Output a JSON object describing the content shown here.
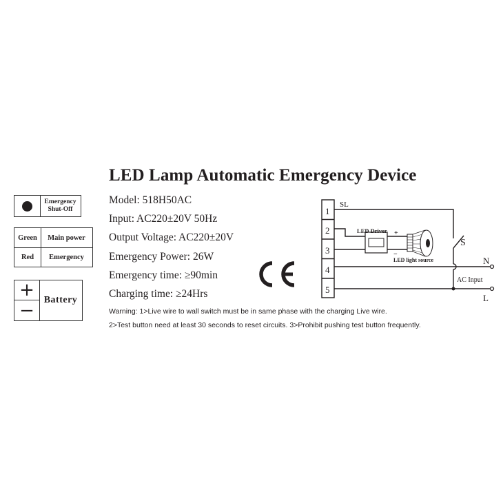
{
  "title": "LED Lamp Automatic Emergency Device",
  "shutoff_box": {
    "icon": "filled-circle-button-icon",
    "label_line1": "Emergency",
    "label_line2": "Shut-Off"
  },
  "indicator_table": {
    "rows": [
      {
        "color": "Green",
        "meaning": "Main power"
      },
      {
        "color": "Red",
        "meaning": "Emergency"
      }
    ]
  },
  "battery_box": {
    "plus": "+",
    "minus": "−",
    "label": "Battery"
  },
  "specs": [
    "Model: 518H50AC",
    "Input: AC220±20V 50Hz",
    "Output Voltage: AC220±20V",
    "Emergency Power: 26W",
    "Emergency time: ≥90min",
    "Charging time: ≥24Hrs"
  ],
  "warnings": [
    "Warning: 1>Live wire to wall switch must be in same phase with the charging Live wire.",
    "2>Test button need at least 30 seconds to reset circuits. 3>Prohibit pushing test button frequently."
  ],
  "certification": "CE",
  "wiring_diagram": {
    "terminals": [
      "1",
      "2",
      "3",
      "4",
      "5"
    ],
    "sl_label": "SL",
    "driver_label": "LED Driver",
    "plus_label": "+",
    "minus_label": "−",
    "light_label": "LED light source",
    "switch_label": "S",
    "n_label": "N",
    "l_label": "L",
    "ac_label": "AC Input"
  }
}
